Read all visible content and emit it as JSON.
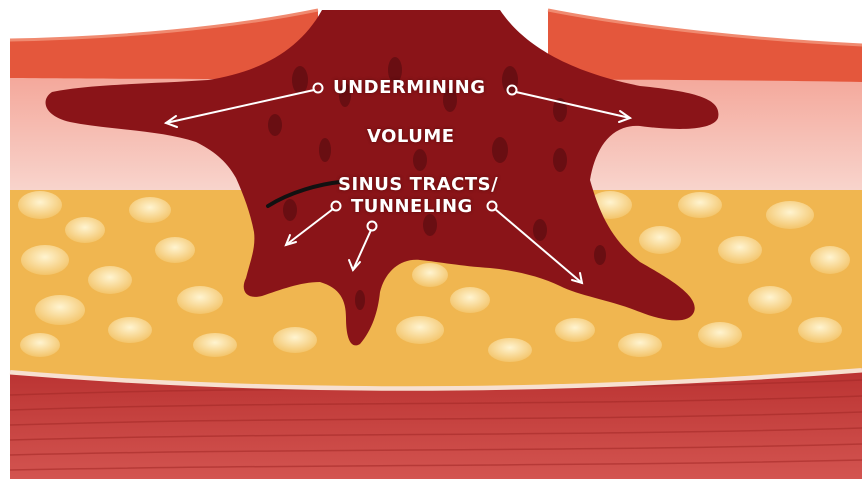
{
  "labels": {
    "undermining": "UNDERMINING",
    "volume": "VOLUME",
    "sinus_line1": "SINUS TRACTS/",
    "sinus_line2": "TUNNELING"
  },
  "colors": {
    "background": "#ffffff",
    "epidermis": "#e4573c",
    "dermis": "#f6b8b0",
    "fat": "#f0b650",
    "fat_globule": "#ffe6a6",
    "muscle": "#c23c3a",
    "wound": "#8a1418",
    "wound_dark": "#5e0c10",
    "label_text": "#ffffff",
    "pointer": "#ffffff"
  }
}
